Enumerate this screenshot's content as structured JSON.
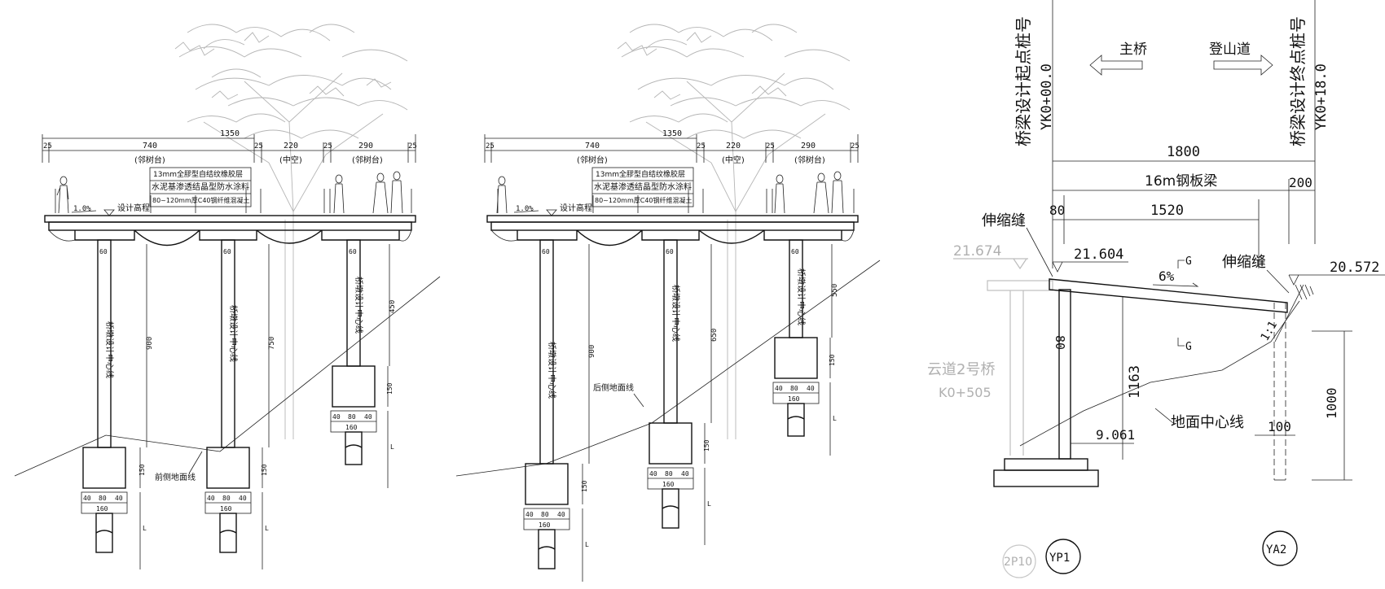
{
  "sections": [
    {
      "id": "left",
      "dims_top": [
        "25",
        "740",
        "25",
        "220",
        "25",
        "290",
        "25"
      ],
      "total": "1350",
      "platform_labels": [
        "(邻树台)",
        "(中空)",
        "(邻树台)"
      ],
      "layer_notes": [
        "13mm全膠型自结纹橡胶层",
        "水泥基渗透结晶型防水涂料",
        "80~120mm厚C40钢纤维混凝土"
      ],
      "slope": "1.0%",
      "design_elev": "设计高程",
      "pier_labels": [
        "桥墩设计中心线",
        "桥墩设计中心线",
        "桥墩设计中心线"
      ],
      "pier_heights": [
        "900",
        "750",
        "450"
      ],
      "footing_dims": [
        "150",
        "150",
        "150"
      ],
      "pile_dims": [
        "40",
        "80",
        "40",
        "160"
      ],
      "pile_len": "L",
      "ground_label": "前侧地面线",
      "top_dim": "60"
    },
    {
      "id": "middle",
      "dims_top": [
        "25",
        "740",
        "25",
        "220",
        "25",
        "290",
        "25"
      ],
      "total": "1350",
      "platform_labels": [
        "(邻树台)",
        "(中空)",
        "(邻树台)"
      ],
      "layer_notes": [
        "13mm全膠型自结纹橡胶层",
        "水泥基渗透结晶型防水涂料",
        "80~120mm厚C40钢纤维混凝土"
      ],
      "slope": "1.0%",
      "design_elev": "设计高程",
      "pier_labels": [
        "桥墩设计中心线",
        "桥墩设计中心线",
        "桥墩设计中心线"
      ],
      "pier_heights": [
        "900",
        "650",
        "550"
      ],
      "footing_dims": [
        "150",
        "150",
        "150"
      ],
      "pile_dims": [
        "40",
        "80",
        "40",
        "160"
      ],
      "pile_len": "L",
      "ground_label": "后侧地面线",
      "top_dim": "60"
    }
  ],
  "right": {
    "start_station_label": "桥梁设计起点桩号",
    "start_station": "YK0+00.0",
    "end_station_label": "桥梁设计终点桩号",
    "end_station": "YK0+18.0",
    "main_bridge": "主桥",
    "mountain_road": "登山道",
    "span_total": "1800",
    "beam_label": "16m钢板梁",
    "dim_200": "200",
    "dim_80": "80",
    "dim_1520": "1520",
    "exp_joint_left": "伸缩缝",
    "exp_joint_right": "伸缩缝",
    "elev_gray": "21.674",
    "elev_left": "21.604",
    "elev_right": "20.572",
    "section_mark": "G",
    "grade": "6%",
    "slope_ratio": "1:1",
    "cloud_bridge": "云道2号桥",
    "cloud_station": "K0+505",
    "pier_height": "1163",
    "pier_width": "80",
    "ground_elev": "9.061",
    "ground_center": "地面中心线",
    "abut_100": "100",
    "abut_1000": "1000",
    "label_2p10": "2P10",
    "label_yp1": "YP1",
    "label_ya2": "YA2"
  }
}
